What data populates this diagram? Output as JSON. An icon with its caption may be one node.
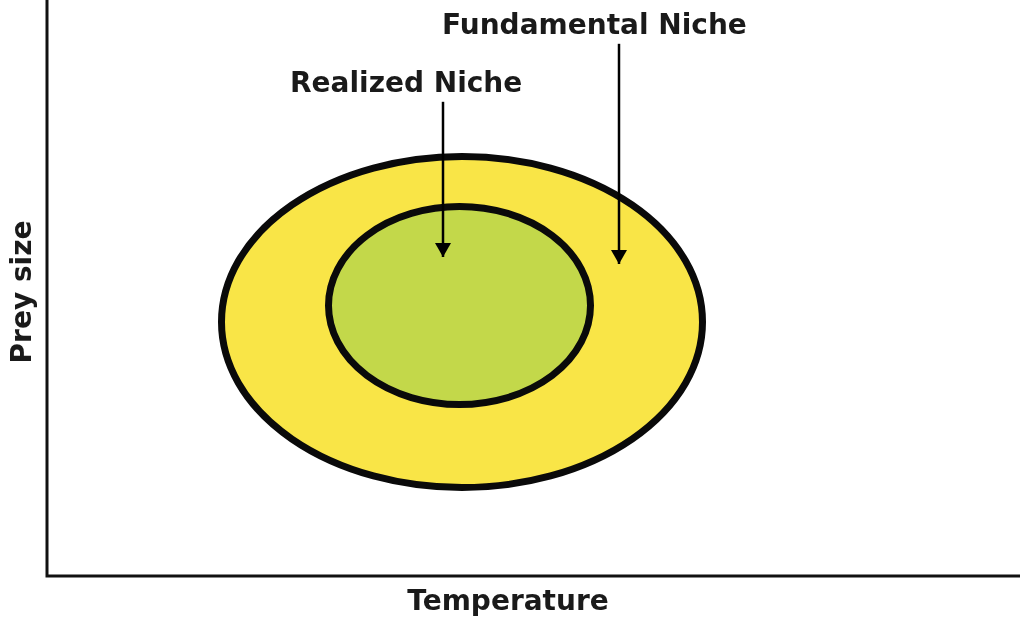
{
  "diagram": {
    "nodes": [
      {
        "text": [
          "Fundamental Niche"
        ]
      },
      {
        "text": [
          "Realized Niche"
        ]
      },
      {
        "text": [],
        "shape": "ellipse"
      },
      {
        "text": [],
        "shape": "ellipse",
        "in": 2
      }
    ],
    "edges": [
      {
        "from": 0,
        "to": 2,
        "arrow": "to"
      },
      {
        "from": 1,
        "to": 3,
        "arrow": "to"
      }
    ],
    "labels": [
      "Prey size",
      "Temperature"
    ]
  }
}
